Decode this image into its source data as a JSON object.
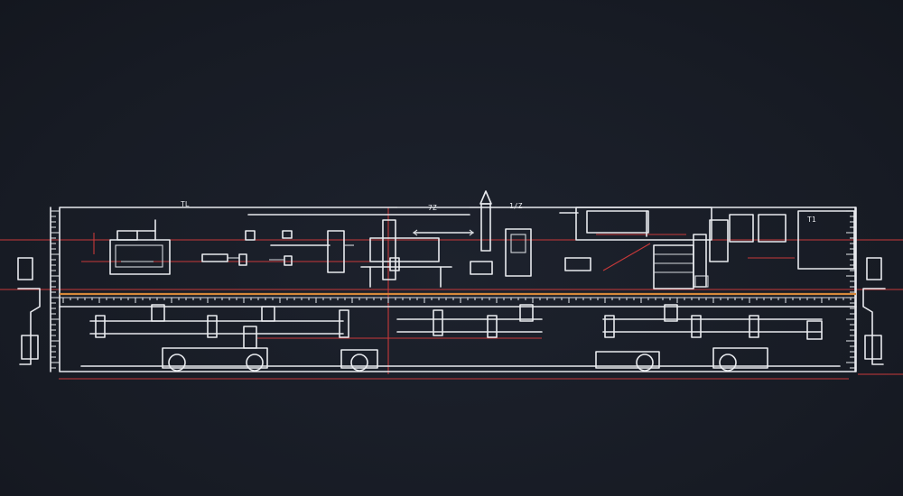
{
  "viewport": {
    "background": "#181c26",
    "stroke_color": "#e8eaee",
    "guide_color": "#c8393a",
    "ruler_color": "#d6883a"
  },
  "annotations": {
    "label_a": "TL",
    "label_b": "7Z",
    "label_c": "1/Z",
    "label_d": "T1"
  }
}
